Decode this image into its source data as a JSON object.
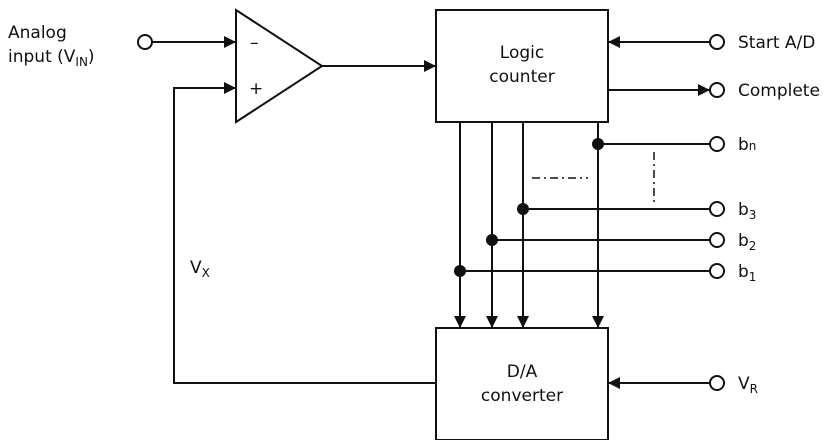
{
  "labels": {
    "analog_input_line1": "Analog",
    "analog_input_line2": "input (V",
    "analog_input_sub": "IN",
    "analog_input_close": ")",
    "opamp_minus": "–",
    "opamp_plus": "+",
    "logic_counter_line1": "Logic",
    "logic_counter_line2": "counter",
    "da_converter_line1": "D/A",
    "da_converter_line2": "converter",
    "start_ad": "Start A/D",
    "complete": "Complete",
    "bn": "b",
    "bn_sub": "n",
    "b3": "b",
    "b3_sub": "3",
    "b2": "b",
    "b2_sub": "2",
    "b1": "b",
    "b1_sub": "1",
    "vx": "V",
    "vx_sub": "X",
    "vr": "V",
    "vr_sub": "R"
  }
}
